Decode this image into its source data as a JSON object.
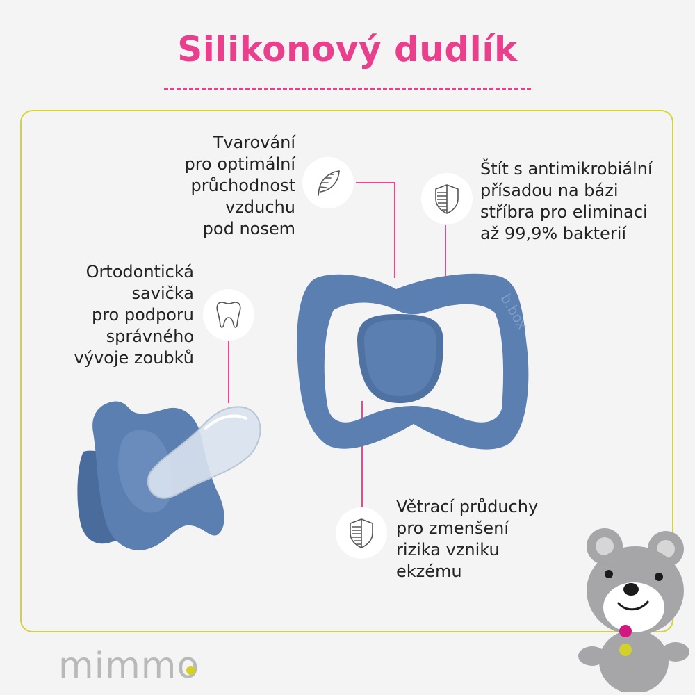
{
  "title": "Silikonový dudlík",
  "features": {
    "airflow": {
      "lines": [
        "Tvarování",
        "pro optimální",
        "průchodnost",
        "vzduchu",
        "pod nosem"
      ],
      "icon": "feather-icon"
    },
    "shield": {
      "lines": [
        "Štít s antimikrobiální",
        "přísadou na bázi",
        "stříbra pro eliminaci",
        "až 99,9% bakterií"
      ],
      "icon": "shield-icon"
    },
    "teat": {
      "lines": [
        "Ortodontická",
        "savička",
        "pro podporu",
        "správného",
        "vývoje zoubků"
      ],
      "icon": "tooth-icon"
    },
    "vents": {
      "lines": [
        "Větrací průduchy",
        "pro zmenšení",
        "rizika vzniku",
        "ekzému"
      ],
      "icon": "shield-icon"
    }
  },
  "pacifier_brand": "b.box",
  "logo": "mimmo",
  "colors": {
    "title": "#ea3f8c",
    "frame": "#d5d236",
    "pacifier": "#5b7fb0",
    "leader_lines": "#e44a90"
  }
}
